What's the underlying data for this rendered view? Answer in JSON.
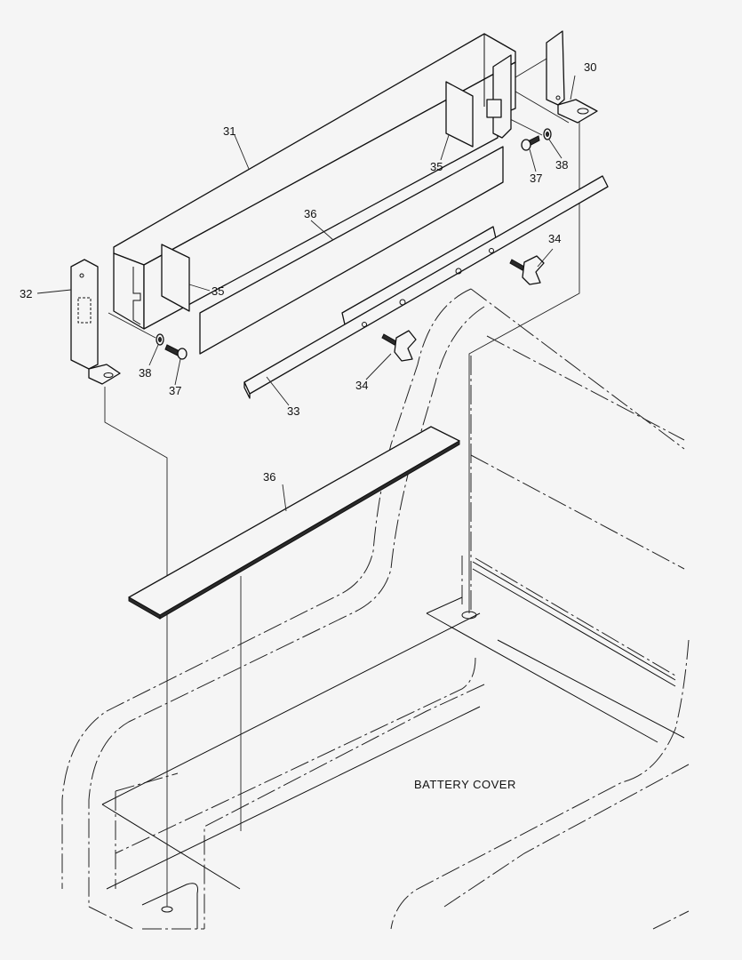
{
  "callouts": {
    "c30": "30",
    "c31": "31",
    "c32": "32",
    "c33": "33",
    "c34a": "34",
    "c34b": "34",
    "c35a": "35",
    "c35b": "35",
    "c36a": "36",
    "c36b": "36",
    "c37a": "37",
    "c37b": "37",
    "c38a": "38",
    "c38b": "38"
  },
  "caption": "BATTERY COVER"
}
